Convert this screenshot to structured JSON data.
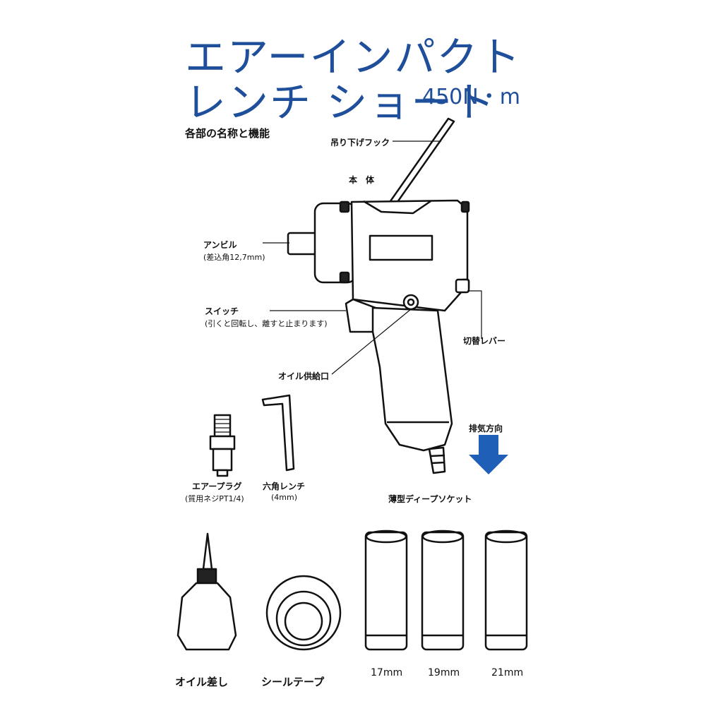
{
  "title": {
    "line1": "エアーインパクト",
    "line2": "レンチ ショート",
    "torque": "450N・m"
  },
  "section_title": "各部の名称と機能",
  "labels": {
    "hook": "吊り下げフック",
    "body": "本　体",
    "anvil": "アンビル",
    "anvil_note": "(差込角12,7mm)",
    "switch": "スイッチ",
    "switch_note": "(引くと回転し、離すと止まります)",
    "lever": "切替レバー",
    "oil_port": "オイル供給口",
    "exhaust": "排気方向",
    "air_plug": "エアープラグ",
    "air_plug_note": "(質用ネジPT1/4)",
    "hex_wrench": "六角レンチ",
    "hex_wrench_note": "(4mm)",
    "socket_set": "薄型ディープソケット",
    "oiler": "オイル差し",
    "seal_tape": "シールテープ"
  },
  "sockets": [
    "17mm",
    "19mm",
    "21mm"
  ],
  "colors": {
    "title": "#1f4f9a",
    "arrow": "#1f5fb8"
  },
  "icons": [
    "down-arrow-icon"
  ]
}
